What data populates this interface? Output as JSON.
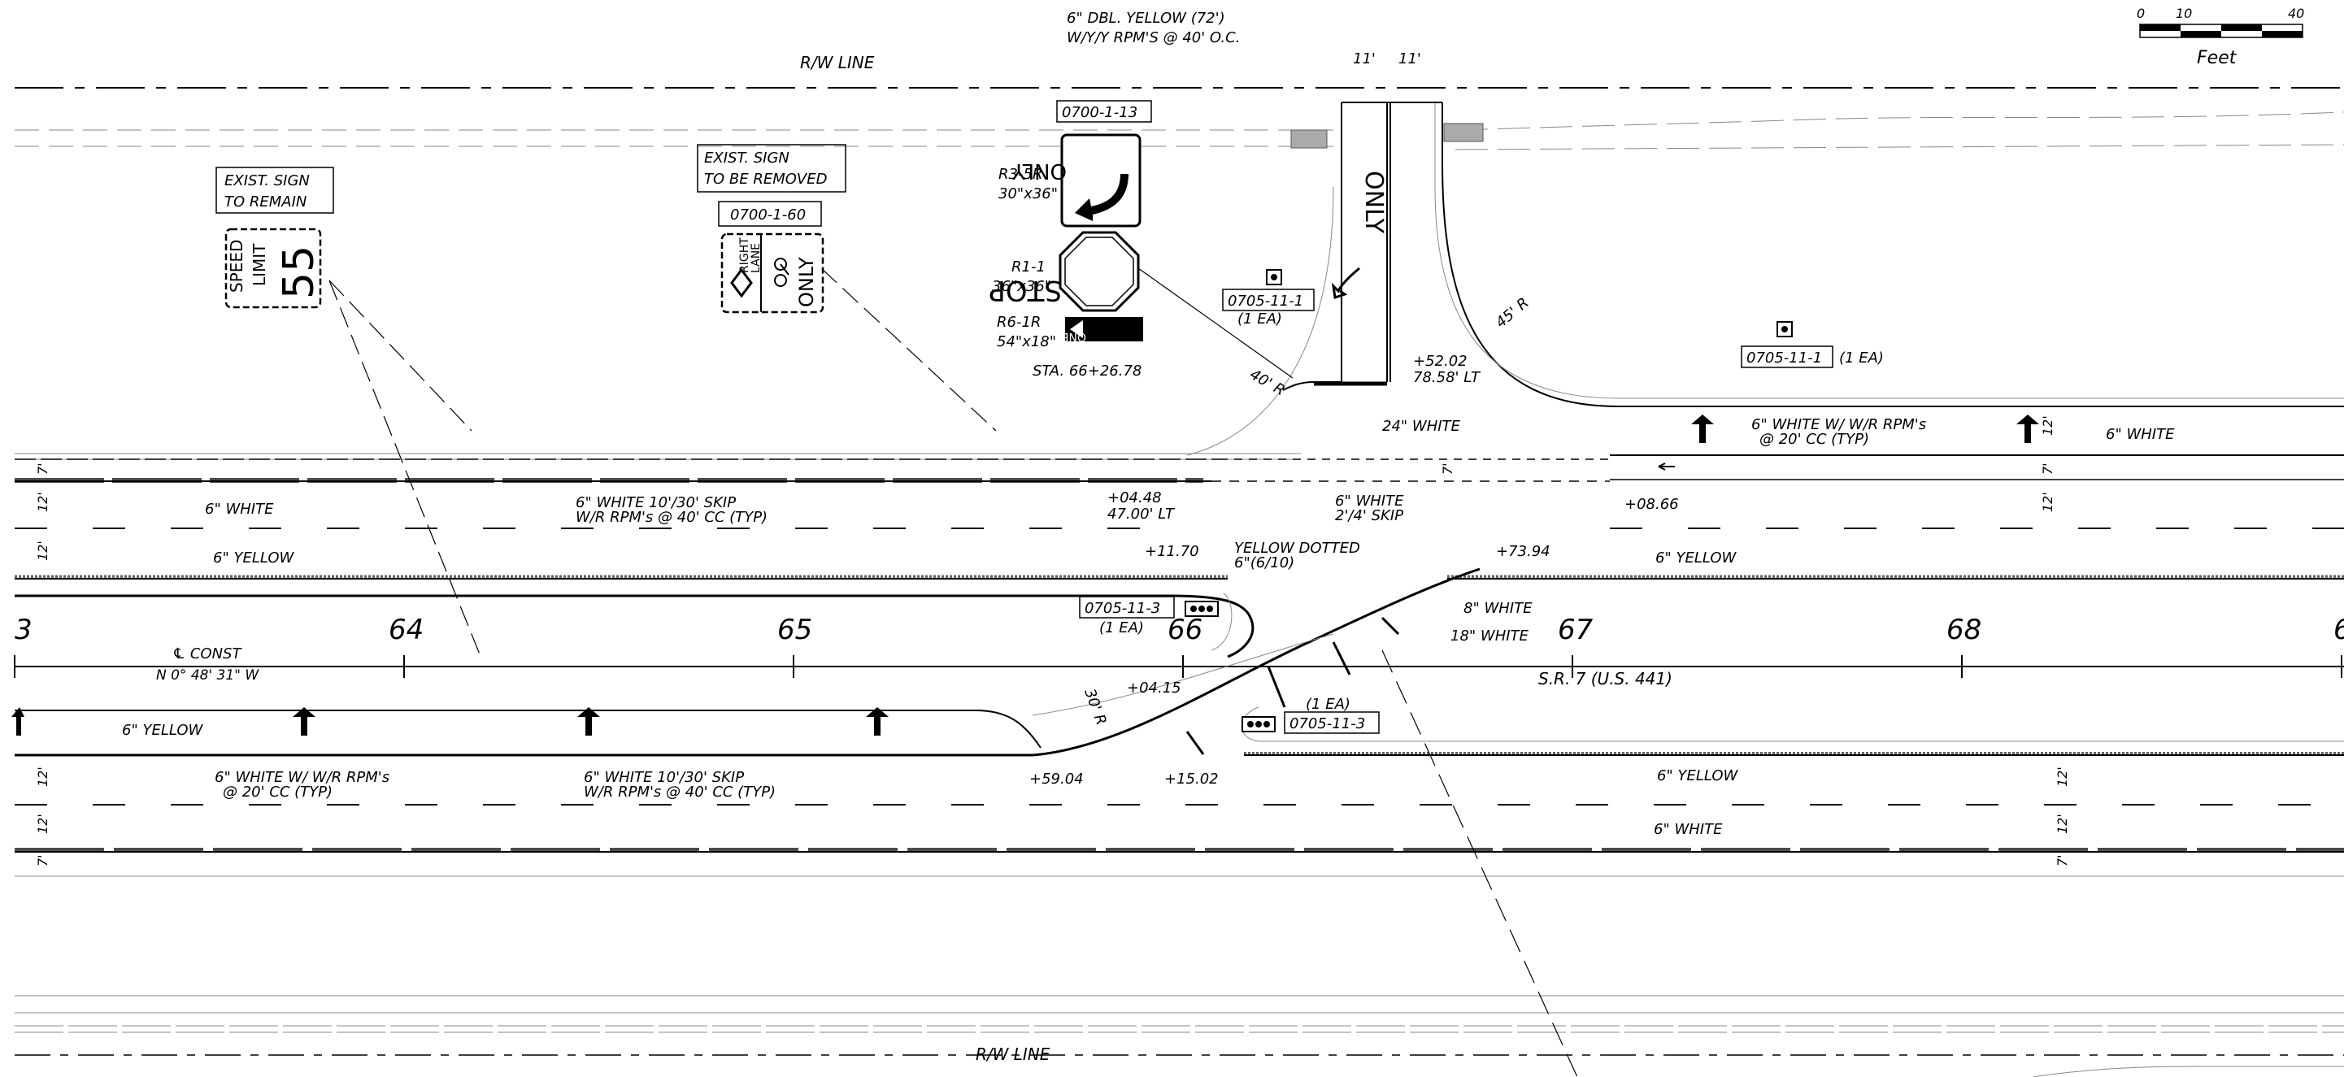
{
  "plan": {
    "scale_bar": {
      "tick_0": "0",
      "tick_10": "10",
      "tick_40": "40",
      "unit": "Feet"
    },
    "labels": {
      "rw_line_top": "R/W LINE",
      "rw_line_bottom": "R/W LINE",
      "dbl_yellow_1": "6\" DBL. YELLOW (72')",
      "dbl_yellow_2": "W/Y/Y RPM'S @ 40' O.C.",
      "lane_width_left": "11'",
      "lane_width_right": "11'",
      "exist_remain_1": "EXIST. SIGN",
      "exist_remain_2": "TO REMAIN",
      "exist_removed_1": "EXIST. SIGN",
      "exist_removed_2": "TO BE REMOVED",
      "index_0700_1_13": "0700-1-13",
      "index_0700_1_60": "0700-1-60",
      "r3_5r_code": "R3-5R",
      "r3_5r_size": "30\"x36\"",
      "r1_1_code": "R1-1",
      "r1_1_size": "36\"x36\"",
      "r6_1r_code": "R6-1R",
      "r6_1r_size": "54\"x18\"",
      "sta_note": "STA. 66+26.78",
      "rpm_index_a": "0705-11-1",
      "rpm_qty_a": "(1 EA)",
      "rpm_index_b": "0705-11-1",
      "rpm_qty_b": "(1 EA)",
      "rpm_index_c": "0705-11-3",
      "rpm_qty_c": "(1 EA)",
      "rpm_index_d": "0705-11-3",
      "rpm_qty_d": "(1 EA)",
      "radius_40": "40' R",
      "radius_45": "45' R",
      "radius_30": "30' R",
      "offset_52_02": "+52.02",
      "offset_78_58": "78.58' LT",
      "white_24": "24\" WHITE",
      "white_6_rpm_top_1": "6\" WHITE W/ W/R RPM's",
      "white_6_rpm_top_2": "@ 20' CC (TYP)",
      "white_6_right": "6\" WHITE",
      "white_6_left": "6\" WHITE",
      "skip_left_1": "6\" WHITE 10'/30' SKIP",
      "skip_left_2": "W/R RPM's @ 40' CC (TYP)",
      "offset_04_48": "+04.48",
      "offset_47_00": "47.00' LT",
      "white_skip_2_4_1": "6\" WHITE",
      "white_skip_2_4_2": "2'/4' SKIP",
      "offset_08_66": "+08.66",
      "yellow_6_left": "6\" YELLOW",
      "yellow_6_right_top": "6\" YELLOW",
      "offset_11_70": "+11.70",
      "yellow_dotted_1": "YELLOW DOTTED",
      "yellow_dotted_2": "6\"(6/10)",
      "offset_73_94": "+73.94",
      "white_8": "8\" WHITE",
      "white_18": "18\" WHITE",
      "station_63": "3",
      "station_64": "64",
      "station_65": "65",
      "station_66": "66",
      "station_67": "67",
      "station_68": "68",
      "station_69": "6",
      "const_cl": "℄ CONST",
      "bearing": "N 0° 48' 31\" W",
      "route": "S.R. 7 (U.S. 441)",
      "offset_04_15": "+04.15",
      "yellow_6_median_left": "6\" YELLOW",
      "white_rpm_bottom_1": "6\" WHITE W/ W/R RPM's",
      "white_rpm_bottom_2": "@ 20' CC (TYP)",
      "skip_bottom_1": "6\" WHITE 10'/30' SKIP",
      "skip_bottom_2": "W/R RPM's @ 40' CC (TYP)",
      "offset_59_04": "+59.04",
      "offset_15_02": "+15.02",
      "yellow_6_bottom_right": "6\" YELLOW",
      "white_6_bottom_right": "6\" WHITE",
      "dim_7_top_left": "7'",
      "dim_12_a_left": "12'",
      "dim_12_b_left": "12'",
      "dim_7_top_right": "7'",
      "dim_12_a_right": "12'",
      "dim_12_b_right": "12'",
      "dim_12_c_left": "12'",
      "dim_12_d_left": "12'",
      "dim_7_bot_left": "7'",
      "dim_12_c_right": "12'",
      "dim_12_d_right": "12'",
      "dim_7_bot_right": "7'",
      "dim_7_center": "7'"
    },
    "signs": {
      "speed_limit_top": "SPEED",
      "speed_limit_mid": "LIMIT",
      "speed_limit_value": "55",
      "bike_lane_right": "RIGHT",
      "bike_lane_lane": "LANE",
      "bike_lane_only": "ONLY",
      "only_sign": "ONLY",
      "stop_sign": "STOP",
      "one_way": "ONE WAY",
      "pavement_only": "ONLY"
    }
  }
}
